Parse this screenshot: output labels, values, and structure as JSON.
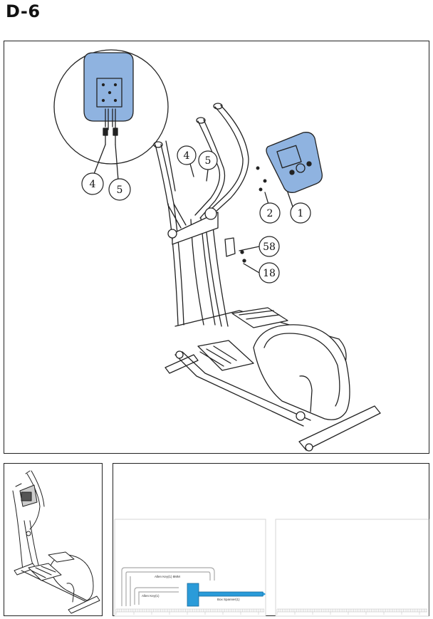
{
  "step": {
    "title": "D-6"
  },
  "callouts": {
    "console": "1",
    "bolt": "2",
    "cable_a": "4",
    "cable_b": "5",
    "bracket": "58",
    "washer": "18"
  },
  "zoom_callouts": {
    "cable_a": "4",
    "cable_b": "5"
  },
  "tools": {
    "allen_key_large": "Allen Key(1) 8MM",
    "allen_key_small": "Allen Key(1)",
    "box_spanner": "Box Spanner(1)"
  },
  "colors": {
    "console_blue": "#8fb3e0",
    "tool_blue": "#2a9bd9",
    "line": "#222222"
  }
}
